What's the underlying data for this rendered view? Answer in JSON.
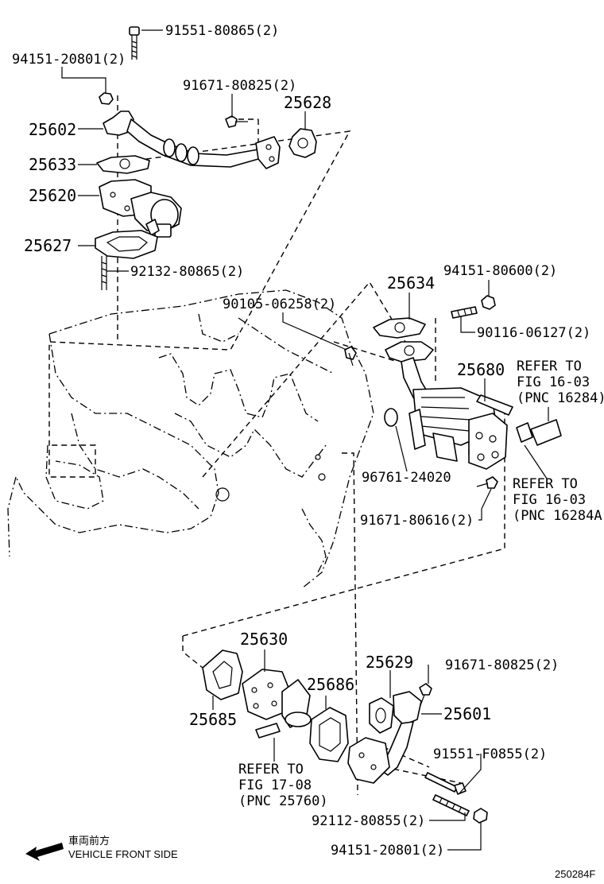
{
  "labels": {
    "l91551_80865": "91551-80865(2)",
    "l94151_20801_top": "94151-20801(2)",
    "l91671_80825_top": "91671-80825(2)",
    "l25628": "25628",
    "l25602": "25602",
    "l25633": "25633",
    "l25620": "25620",
    "l25627": "25627",
    "l92132_80865": "92132-80865(2)",
    "l25634": "25634",
    "l94151_80600": "94151-80600(2)",
    "l90105_06258": "90105-06258(2)",
    "l90116_06127": "90116-06127(2)",
    "l25680": "25680",
    "refer1": [
      "REFER TO",
      "FIG 16-03",
      "(PNC 16284)"
    ],
    "l96761_24020": "96761-24020",
    "refer2": [
      "REFER TO",
      "FIG 16-03",
      "(PNC 16284A)"
    ],
    "l91671_80616": "91671-80616(2)",
    "l25630": "25630",
    "l25629": "25629",
    "l91671_80825_bot": "91671-80825(2)",
    "l25686": "25686",
    "l25685": "25685",
    "l25601": "25601",
    "l91551_F0855": "91551-F0855(2)",
    "refer3": [
      "REFER TO",
      "FIG 17-08",
      "(PNC 25760)"
    ],
    "l92112_80855": "92112-80855(2)",
    "l94151_20801_bot": "94151-20801(2)",
    "front_jp": "車両前方",
    "front_en": "VEHICLE FRONT SIDE",
    "fig_code": "250284F"
  },
  "icons": {
    "front": "arrow-left-icon"
  }
}
